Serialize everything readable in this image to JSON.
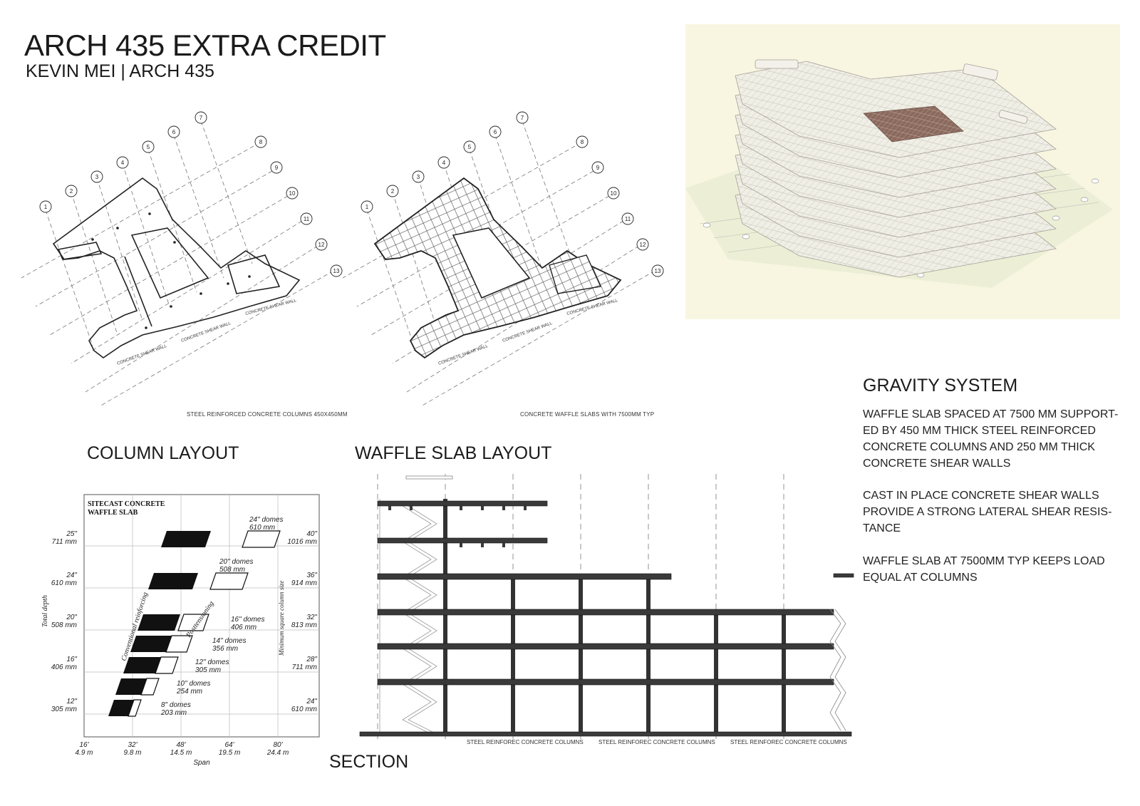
{
  "header": {
    "title": "ARCH 435 EXTRA CREDIT",
    "subtitle": "KEVIN MEI | ARCH 435"
  },
  "plans": {
    "grid_labels": [
      "1",
      "2",
      "3",
      "4",
      "5",
      "6",
      "7",
      "8",
      "9",
      "10",
      "11",
      "12",
      "13"
    ],
    "shear_wall_label": "CONCRETE SHEAR WALL",
    "column_plan": {
      "caption": "STEEL REINFORCED CONCRETE COLUMNS 450X450MM",
      "heading": "COLUMN LAYOUT"
    },
    "waffle_plan": {
      "caption": "CONCRETE WAFFLE SLABS WITH 7500MM TYP",
      "heading": "WAFFLE SLAB LAYOUT"
    }
  },
  "gravity": {
    "heading": "GRAVITY SYSTEM",
    "p1": "WAFFLE SLAB SPACED AT 7500 MM SUPPORT-\nED BY 450 MM THICK STEEL REINFORCED\nCONCRETE COLUMNS AND 250 MM THICK\nCONCRETE SHEAR WALLS",
    "p2": "CAST IN PLACE CONCRETE SHEAR WALLS\nPROVIDE A STRONG LATERAL SHEAR RESIS-\nTANCE",
    "p3": "WAFFLE SLAB AT 7500MM TYP KEEPS LOAD\nEQUAL AT COLUMNS"
  },
  "span_chart": {
    "title_line1": "SITECAST CONCRETE",
    "title_line2": "WAFFLE SLAB",
    "y_axis_label": "Total depth",
    "right_axis_label": "Minimum square column size",
    "x_axis_label": "Span",
    "left_ticks": [
      {
        "in": "25\"",
        "mm": "711 mm"
      },
      {
        "in": "24\"",
        "mm": "610 mm"
      },
      {
        "in": "20\"",
        "mm": "508 mm"
      },
      {
        "in": "16\"",
        "mm": "406 mm"
      },
      {
        "in": "12\"",
        "mm": "305 mm"
      }
    ],
    "right_ticks": [
      {
        "in": "40\"",
        "mm": "1016 mm"
      },
      {
        "in": "36\"",
        "mm": "914 mm"
      },
      {
        "in": "32\"",
        "mm": "813 mm"
      },
      {
        "in": "28\"",
        "mm": "711 mm"
      },
      {
        "in": "24\"",
        "mm": "610 mm"
      }
    ],
    "x_ticks": [
      {
        "ft": "16'",
        "m": "4.9 m"
      },
      {
        "ft": "32'",
        "m": "9.8 m"
      },
      {
        "ft": "48'",
        "m": "14.5 m"
      },
      {
        "ft": "64'",
        "m": "19.5 m"
      },
      {
        "ft": "80'",
        "m": "24.4 m"
      }
    ],
    "domes": [
      {
        "name": "24\" domes",
        "mm": "610 mm"
      },
      {
        "name": "20\" domes",
        "mm": "508 mm"
      },
      {
        "name": "16\" domes",
        "mm": "406 mm"
      },
      {
        "name": "14\" domes",
        "mm": "356 mm"
      },
      {
        "name": "12\" domes",
        "mm": "305 mm"
      },
      {
        "name": "10\" domes",
        "mm": "254 mm"
      },
      {
        "name": "8\" domes",
        "mm": "203 mm"
      }
    ],
    "conventional_label": "Conventional reinforcing",
    "post_label": "Posttensioning"
  },
  "section": {
    "heading": "SECTION",
    "column_label": "STEEL REINFOREC CONCRETE COLUMNS"
  },
  "colors": {
    "axon_bg": "#f8f6e1",
    "slab": "#3a3a3a",
    "waffle_panel": "#8b6a5e"
  }
}
